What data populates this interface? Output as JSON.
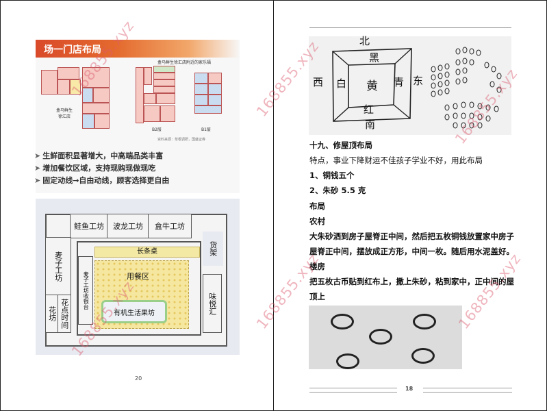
{
  "left_page": {
    "slide": {
      "title": "场一门店布局",
      "plan_caption": "盒马鲜生徐汇店附近的家乐福",
      "store_label": "盒马鲜生\n徐汇店",
      "floor_b2": "B2层",
      "floor_b1": "B1层",
      "source_note": "资料来源：草根调研，国盛证券",
      "bullets": [
        "生鲜面积显著增大，中高端品类丰富",
        "增加餐饮区域，支持现购现做现吃",
        "固定动线→自由动线，顾客选择更自由"
      ]
    },
    "floor_plan": {
      "top_stalls": [
        "鲑鱼工坊",
        "波龙工坊",
        "盒牛工坊"
      ],
      "shelf": "货架",
      "wheat_workshop": "麦子工坊",
      "flower_workshop": "花坊",
      "flower_time": "花点时间",
      "long_table": "长条桌",
      "wheat_cashier": "麦子工坊收银台",
      "dining_area": "用餐区",
      "organic_workshop": "有机生活果坊",
      "weiyue": "味悦汇"
    },
    "page_number": "20"
  },
  "right_page": {
    "drawing_labels": {
      "north": "北",
      "black": "黑",
      "west": "西",
      "white": "白",
      "yellow": "黄",
      "green": "青",
      "east": "东",
      "red": "红",
      "south": "南"
    },
    "section_title": "十九、修屋顶布局",
    "feature_line": "特点，事业下降财运不佳孩子学业不好，用此布局",
    "item1": "1、铜钱五个",
    "item2": "2、朱砂 5.5 克",
    "layout_label": "布局",
    "rural_label": "农村",
    "rural_text_1": "大朱砂洒到房子屋脊正中间，然后把五枚铜钱放置家中房子",
    "rural_text_2": "屋脊正中间，摆放成正方形，中间一枚。随后用水泥盖好。",
    "building_label": "楼房",
    "building_text_1": "把五枚古币贴到红布上，撒上朱砂，粘到家中，正中间的屋",
    "building_text_2": "顶上",
    "page_number": "18"
  },
  "watermark": "168855.xyz"
}
